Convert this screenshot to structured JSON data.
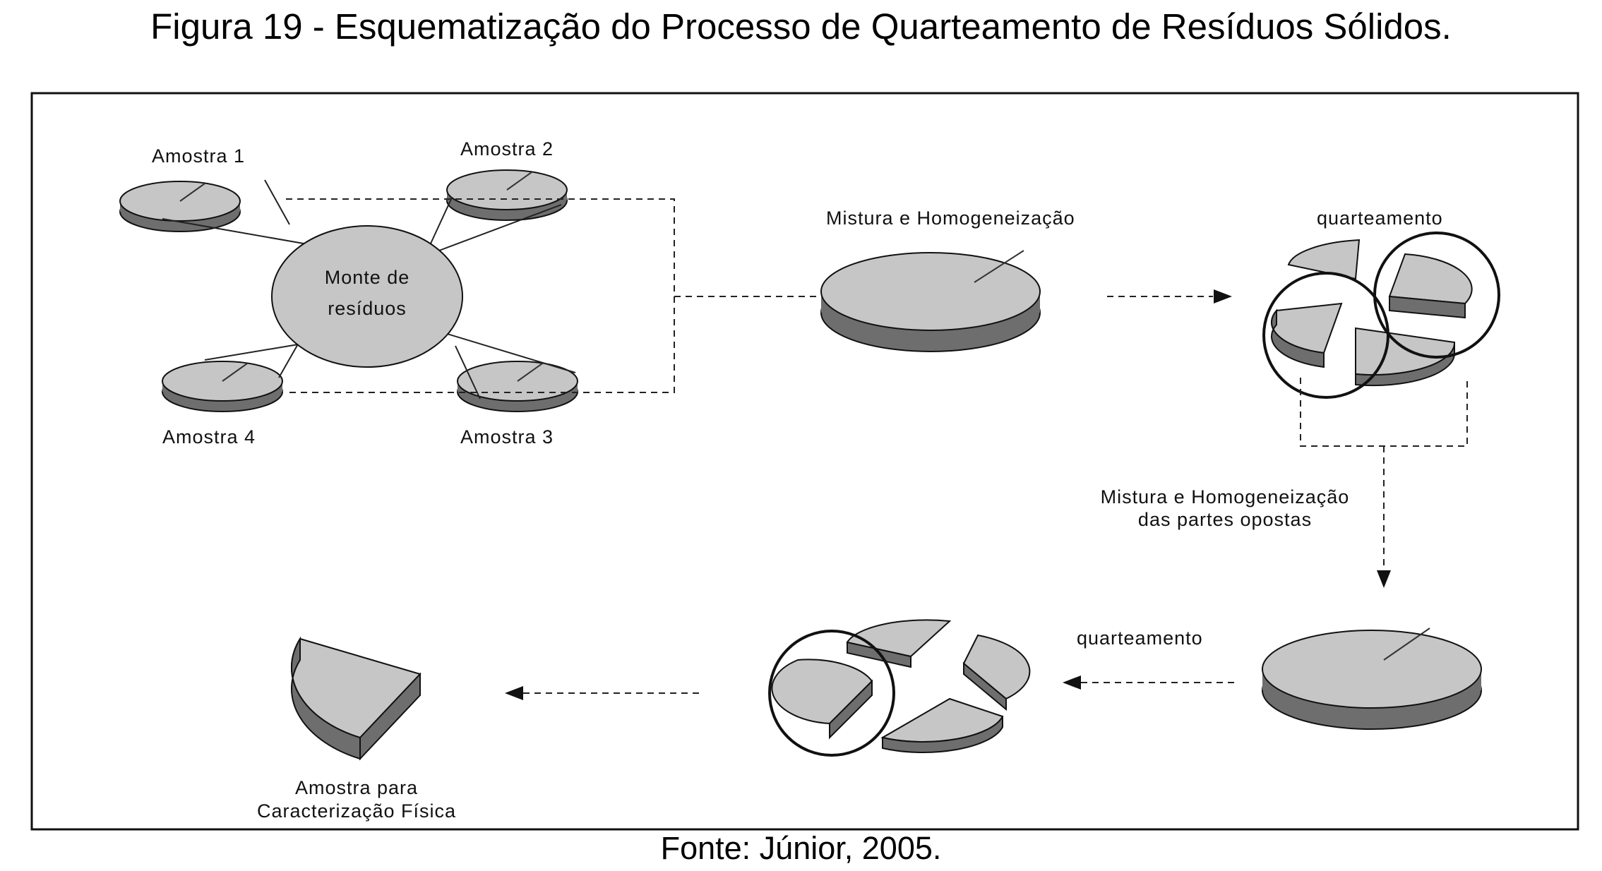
{
  "figure": {
    "title": "Figura 19 - Esquematização do Processo de Quarteamento de Resíduos Sólidos.",
    "source": "Fonte: Júnior, 2005."
  },
  "labels": {
    "sample1": "Amostra 1",
    "sample2": "Amostra 2",
    "sample3": "Amostra 3",
    "sample4": "Amostra 4",
    "pile_line1": "Monte de",
    "pile_line2": "resíduos",
    "mix1": "Mistura e Homogeneização",
    "quartering1": "quarteamento",
    "mix2_line1": "Mistura e Homogeneização",
    "mix2_line2": "das partes opostas",
    "quartering2": "quarteamento",
    "final_line1": "Amostra para",
    "final_line2": "Caracterização Física"
  },
  "colors": {
    "disc_top": "#c6c6c6",
    "disc_side": "#6e6e6e",
    "stroke": "#111111"
  }
}
